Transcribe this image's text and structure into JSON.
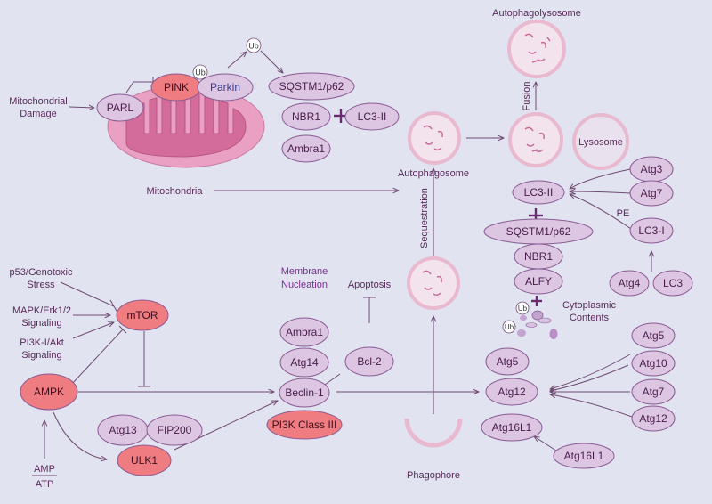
{
  "colors": {
    "background": "#e1e3f1",
    "node_fill": "#dcc6e2",
    "node_stroke": "#8a5a93",
    "red_node_fill": "#ee7c80",
    "line": "#6f4a72",
    "text": "#5a2a5a",
    "title_accent": "#7a2f8c",
    "mitochondria_outer": "#e9a0c2",
    "mitochondria_inner": "#d36c9a",
    "vesicle": "#e8b9cf"
  },
  "icons": {
    "plus": "plus-icon",
    "inhibition": "t-bar-icon",
    "ubiquitin": "ub-badge-icon"
  },
  "labels": {
    "mito_damage_line1": "Mitochondrial",
    "mito_damage_line2": "Damage",
    "mitochondria": "Mitochondria",
    "autophagolysosome": "Autophagolysosome",
    "fusion": "Fusion",
    "lysosome": "Lysosome",
    "autophagosome": "Autophagosome",
    "sequestration": "Sequestration",
    "membrane_line1": "Membrane",
    "membrane_line2": "Nucleation",
    "apoptosis": "Apoptosis",
    "phagophore": "Phagophore",
    "cyto_line1": "Cytoplasmic",
    "cyto_line2": "Contents",
    "pe": "PE",
    "p53_line1": "p53/Genotoxic",
    "p53_line2": "Stress",
    "mapk_line1": "MAPK/Erk1/2",
    "mapk_line2": "Signaling",
    "pi3k_line1": "PI3K-I/Akt",
    "pi3k_line2": "Signaling",
    "amp": "AMP",
    "atp": "ATP"
  },
  "ub": "Ub",
  "nodes": {
    "parl": "PARL",
    "pink": "PINK",
    "parkin": "Parkin",
    "sqstm1_top": "SQSTM1/p62",
    "nbr1_top": "NBR1",
    "lc3ii_top": "LC3-II",
    "ambra1_top": "Ambra1",
    "atg3": "Atg3",
    "atg7_right": "Atg7",
    "lc3i": "LC3-I",
    "lc3ii_mid": "LC3-II",
    "sqstm1_mid": "SQSTM1/p62",
    "nbr1_mid": "NBR1",
    "alfy": "ALFY",
    "atg4": "Atg4",
    "lc3": "LC3",
    "mtor": "mTOR",
    "ampk": "AMPK",
    "atg13": "Atg13",
    "fip200": "FIP200",
    "ulk1": "ULK1",
    "ambra1_mid": "Ambra1",
    "atg14": "Atg14",
    "beclin1": "Beclin-1",
    "pi3k3": "PI3K Class III",
    "bcl2": "Bcl-2",
    "atg5_mid": "Atg5",
    "atg12_mid": "Atg12",
    "atg16l1_mid": "Atg16L1",
    "atg5_r": "Atg5",
    "atg10_r": "Atg10",
    "atg7_r": "Atg7",
    "atg12_r": "Atg12",
    "atg16l1_r": "Atg16L1"
  }
}
